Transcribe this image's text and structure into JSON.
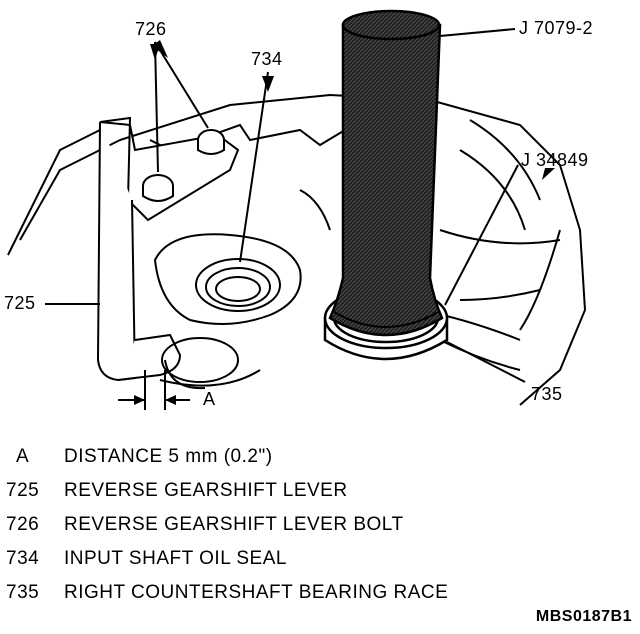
{
  "callouts": {
    "c726": "726",
    "c734": "734",
    "c725": "725",
    "tool_j7079": "J 7079-2",
    "tool_j34849": "J 34849",
    "c735": "735",
    "dim_a": "A"
  },
  "legend": [
    {
      "key": "A",
      "description": "DISTANCE 5 mm (0.2\")"
    },
    {
      "key": "725",
      "description": "REVERSE GEARSHIFT LEVER"
    },
    {
      "key": "726",
      "description": "REVERSE GEARSHIFT LEVER BOLT"
    },
    {
      "key": "734",
      "description": "INPUT SHAFT OIL SEAL"
    },
    {
      "key": "735",
      "description": "RIGHT COUNTERSHAFT BEARING RACE"
    }
  ],
  "figure_code": "MBS0187B1"
}
